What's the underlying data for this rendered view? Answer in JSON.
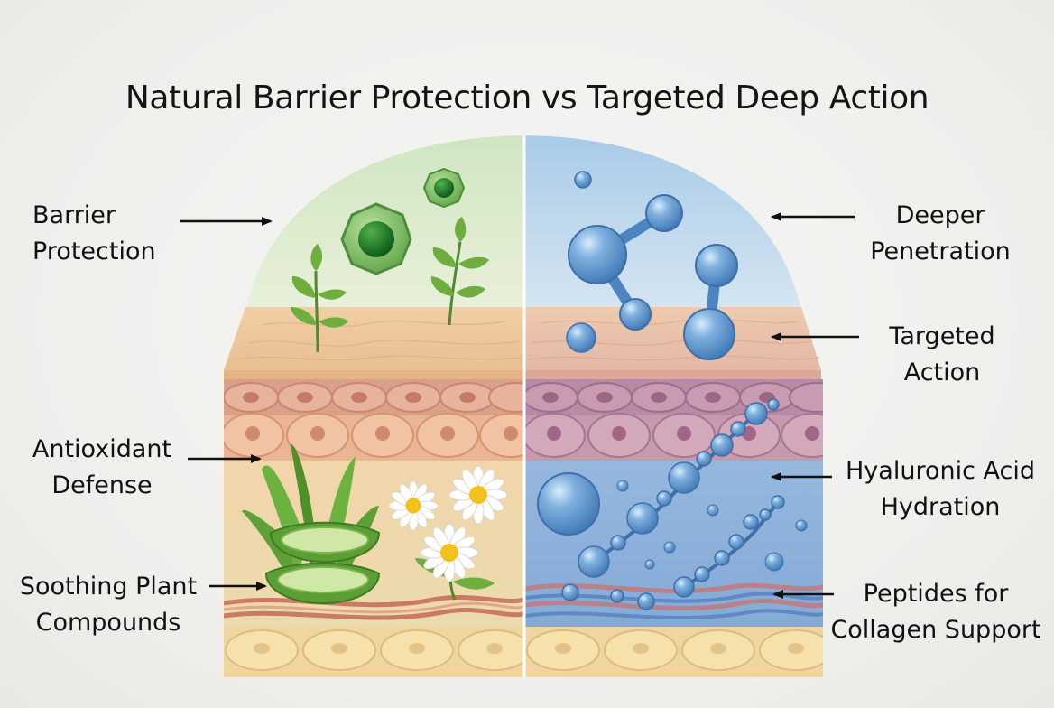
{
  "title": "Natural Barrier Protection vs Targeted Deep Action",
  "left_side": {
    "theme_color": "#8cc07a",
    "labels": [
      {
        "line1": "Barrier",
        "line2": "Protection"
      },
      {
        "line1": "Antioxidant",
        "line2": "Defense"
      },
      {
        "line1": "Soothing Plant",
        "line2": "Compounds"
      }
    ]
  },
  "right_side": {
    "theme_color": "#6f9fd2",
    "labels": [
      {
        "line1": "Deeper",
        "line2": "Penetration"
      },
      {
        "line1": "Targeted",
        "line2": "Action"
      },
      {
        "line1": "Hyaluronic Acid",
        "line2": "Hydration"
      },
      {
        "line1": "Peptides for",
        "line2": "Collagen Support"
      }
    ]
  },
  "icons": [
    "leaf-icon",
    "cell-icon",
    "aloe-icon",
    "daisy-icon",
    "molecule-icon",
    "bubble-icon",
    "peptide-chain-icon"
  ]
}
